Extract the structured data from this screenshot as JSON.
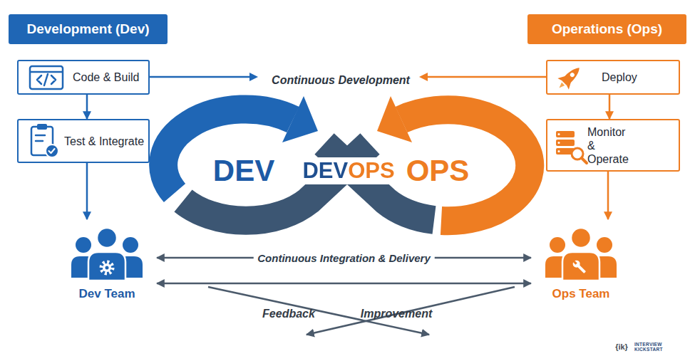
{
  "diagram": {
    "nodes": [
      {
        "text": [
          "Development (Dev)"
        ]
      },
      {
        "text": [
          "Operations (Ops)"
        ]
      },
      {
        "text": [
          "Code & Build"
        ]
      },
      {
        "text": [
          "Deploy"
        ]
      },
      {
        "text": [
          "Test & Integrate"
        ]
      },
      {
        "text": [
          "Monitor & Operate"
        ]
      },
      {
        "text": [
          "Dev Team"
        ]
      },
      {
        "text": [
          "Ops Team"
        ]
      }
    ],
    "edges": [
      {
        "from": 2,
        "to": 4,
        "arrow": "to"
      },
      {
        "from": 4,
        "to": 6,
        "arrow": "to"
      },
      {
        "from": 3,
        "to": 5,
        "arrow": "to"
      },
      {
        "from": 5,
        "to": 7,
        "arrow": "to"
      },
      {
        "from": 6,
        "to": 7,
        "label": "Continuous Integration & Delivery",
        "arrow": "both"
      },
      {
        "from": 6,
        "to": 7,
        "arrow": "both"
      }
    ],
    "labels": [
      "Continuous Development",
      "DEV",
      "DEVOPS",
      "OPS",
      "Feedback",
      "Improvement",
      "{ik}",
      "INTERVIEW KICKSTART"
    ]
  }
}
